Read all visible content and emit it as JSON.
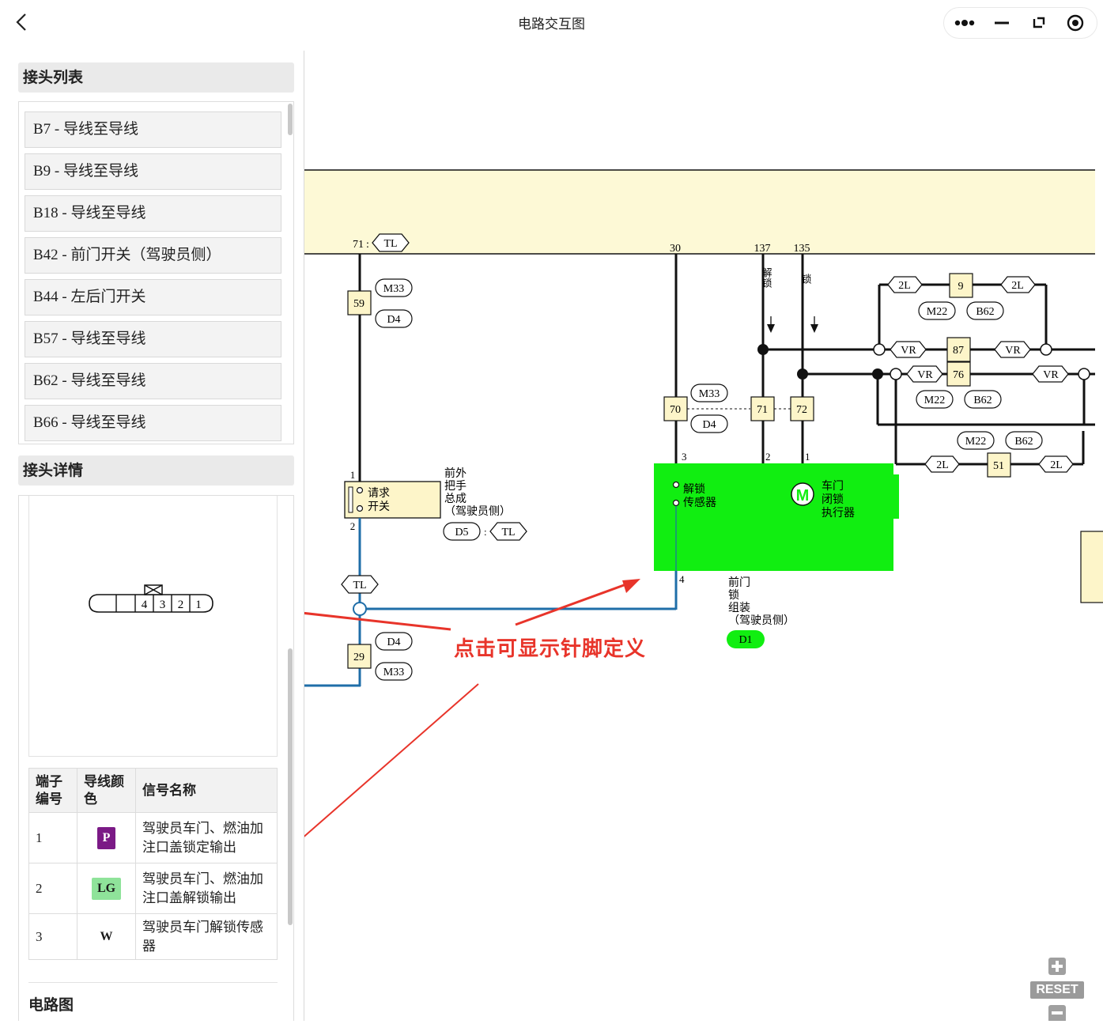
{
  "app": {
    "title": "电路交互图"
  },
  "sections": {
    "connector_list": "接头列表",
    "connector_detail": "接头详情",
    "circuit": "电路图"
  },
  "connectors": [
    {
      "label": "B7 - 导线至导线"
    },
    {
      "label": "B9 - 导线至导线"
    },
    {
      "label": "B18 - 导线至导线"
    },
    {
      "label": "B42 - 前门开关（驾驶员侧）"
    },
    {
      "label": "B44 - 左后门开关"
    },
    {
      "label": "B57 - 导线至导线"
    },
    {
      "label": "B62 - 导线至导线"
    },
    {
      "label": "B66 - 导线至导线"
    }
  ],
  "connector_pins_shown": [
    "4",
    "3",
    "2",
    "1"
  ],
  "pin_table": {
    "headers": {
      "terminal": "端子\n编号",
      "wire_color": "导线颜\n色",
      "signal": "信号名称"
    },
    "rows": [
      {
        "terminal": "1",
        "color": "P",
        "color_bg": "#7b1a86",
        "color_fg": "#ffffff",
        "signal": "驾驶员车门、燃油加注口盖锁定输出"
      },
      {
        "terminal": "2",
        "color": "LG",
        "color_bg": "#8fe39a",
        "color_fg": "#1a1a1a",
        "signal": "驾驶员车门、燃油加注口盖解锁输出"
      },
      {
        "terminal": "3",
        "color": "W",
        "color_bg": "#ffffff",
        "color_fg": "#1a1a1a",
        "signal": "驾驶员车门解锁传感器"
      }
    ]
  },
  "annotation": {
    "text": "点击可显示针脚定义",
    "color": "#e8342a"
  },
  "zoom": {
    "reset": "RESET"
  },
  "diagram": {
    "labels": {
      "wire71": "71",
      "tl": "TL",
      "p30": "30",
      "p137": "137",
      "p135": "135",
      "unlock": "解锁",
      "lock": "锁",
      "m33": "M33",
      "d4": "D4",
      "m22": "M22",
      "b62": "B62",
      "d5": "D5",
      "d1": "D1",
      "vr": "VR",
      "twoL": "2L",
      "n59": "59",
      "n29": "29",
      "n70": "70",
      "n71": "71",
      "n72": "72",
      "n87": "87",
      "n76": "76",
      "n9": "9",
      "n51": "51",
      "req1": "请求",
      "req2": "开关",
      "handle1": "前外",
      "handle2": "把手",
      "handle3": "总成",
      "handle4": "（驾驶员侧）",
      "sensor1": "解锁",
      "sensor2": "传感器",
      "motor": "M",
      "act1": "车门",
      "act2": "闭锁",
      "act3": "执行器",
      "lock1": "前门",
      "lock2": "锁",
      "lock3": "组装",
      "lock4": "（驾驶员侧）",
      "pin1": "1",
      "pin2": "2",
      "pin3": "3",
      "pin4": "4"
    }
  }
}
